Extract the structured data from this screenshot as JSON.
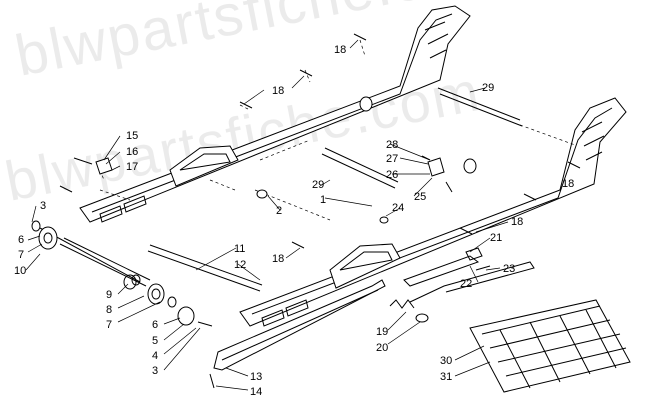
{
  "watermark": "blwpartsfiche.com",
  "callouts": {
    "c1": "1",
    "c2": "2",
    "c3a": "3",
    "c3b": "3",
    "c4": "4",
    "c5": "5",
    "c6a": "6",
    "c6b": "6",
    "c7a": "7",
    "c7b": "7",
    "c8": "8",
    "c9": "9",
    "c10": "10",
    "c11": "11",
    "c12": "12",
    "c13": "13",
    "c14": "14",
    "c15": "15",
    "c16": "16",
    "c17": "17",
    "c18a": "18",
    "c18b": "18",
    "c18c": "18",
    "c18d": "18",
    "c18e": "18",
    "c19": "19",
    "c20": "20",
    "c21": "21",
    "c22": "22",
    "c23": "23",
    "c24": "24",
    "c25": "25",
    "c26": "26",
    "c27": "27",
    "c28": "28",
    "c29a": "29",
    "c29b": "29",
    "c30": "30",
    "c31": "31"
  },
  "colors": {
    "line": "#000000",
    "background": "#ffffff",
    "watermark": "#d9d9d9"
  }
}
